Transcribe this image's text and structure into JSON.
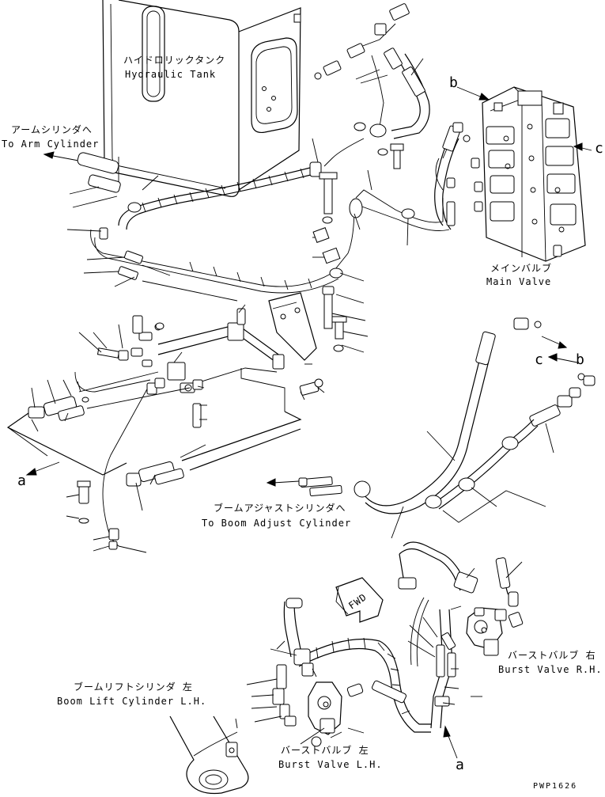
{
  "labels": {
    "hydraulic_tank_jp": "ハイドロリックタンク",
    "hydraulic_tank_en": "Hydraulic Tank",
    "arm_cylinder_jp": "アームシリンダへ",
    "arm_cylinder_en": "To Arm Cylinder",
    "main_valve_jp": "メインバルブ",
    "main_valve_en": "Main Valve",
    "boom_adjust_jp": "ブームアジャストシリンダへ",
    "boom_adjust_en": "To Boom Adjust Cylinder",
    "boom_lift_jp": "ブームリフトシリンダ 左",
    "boom_lift_en": "Boom Lift Cylinder L.H.",
    "burst_rh_jp": "バーストバルブ 右",
    "burst_rh_en": "Burst Valve R.H.",
    "burst_lh_jp": "バーストバルブ 左",
    "burst_lh_en": "Burst Valve L.H.",
    "fwd": "FWD",
    "drawing_code": "PWP1626"
  },
  "callouts": {
    "a_left": "a",
    "a_bottom": "a",
    "b_top": "b",
    "b_right": "b",
    "c_top": "c",
    "c_right": "c"
  }
}
